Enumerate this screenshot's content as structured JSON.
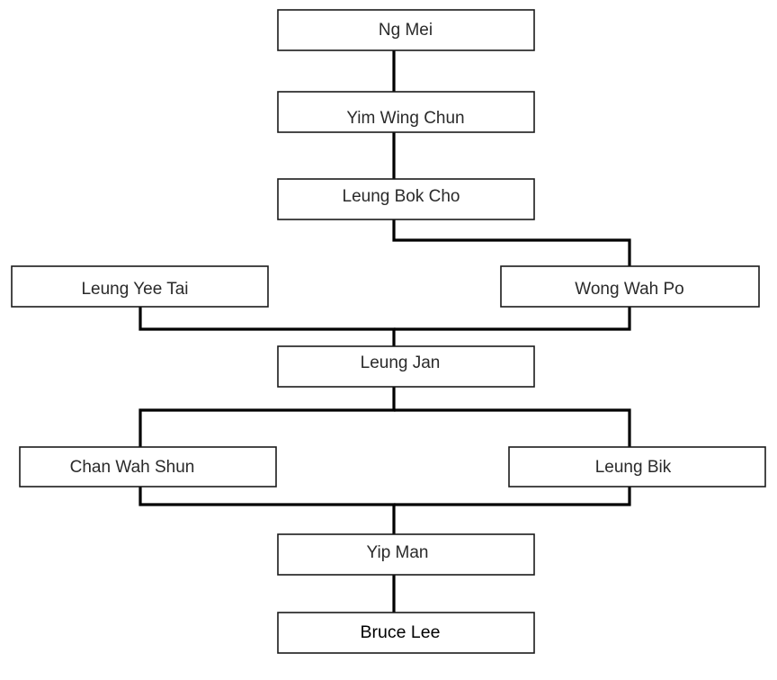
{
  "nodes": [
    {
      "id": "ng-mei",
      "label": "Ng Mei"
    },
    {
      "id": "yim-wing-chun",
      "label": "Yim Wing Chun"
    },
    {
      "id": "leung-bok-cho",
      "label": "Leung Bok Cho"
    },
    {
      "id": "leung-yee-tai",
      "label": "Leung Yee Tai"
    },
    {
      "id": "wong-wah-po",
      "label": "Wong Wah Po"
    },
    {
      "id": "leung-jan",
      "label": "Leung Jan"
    },
    {
      "id": "chan-wah-shun",
      "label": "Chan Wah Shun"
    },
    {
      "id": "leung-bik",
      "label": "Leung Bik"
    },
    {
      "id": "yip-man",
      "label": "Yip Man"
    },
    {
      "id": "bruce-lee",
      "label": "Bruce Lee"
    }
  ],
  "edges": [
    {
      "from": "ng-mei",
      "to": "yim-wing-chun"
    },
    {
      "from": "yim-wing-chun",
      "to": "leung-bok-cho"
    },
    {
      "from": "leung-bok-cho",
      "to": "wong-wah-po"
    },
    {
      "from": "leung-yee-tai",
      "to": "leung-jan"
    },
    {
      "from": "wong-wah-po",
      "to": "leung-jan"
    },
    {
      "from": "leung-jan",
      "to": "chan-wah-shun"
    },
    {
      "from": "leung-jan",
      "to": "leung-bik"
    },
    {
      "from": "chan-wah-shun",
      "to": "yip-man"
    },
    {
      "from": "leung-bik",
      "to": "yip-man"
    },
    {
      "from": "yip-man",
      "to": "bruce-lee"
    }
  ],
  "colors": {
    "node_border": "#1a1a1a",
    "line": "#000000",
    "text": "#2a2a2a"
  }
}
